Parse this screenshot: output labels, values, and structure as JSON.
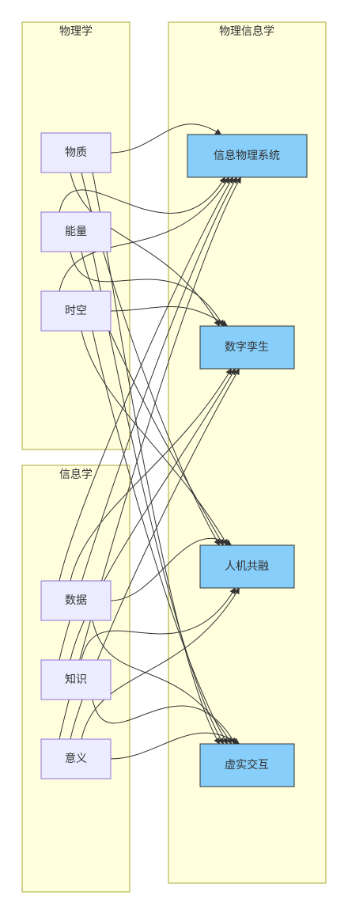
{
  "clusters": {
    "physics": "物理学",
    "informatics": "信息学",
    "physical_informatics": "物理信息学"
  },
  "sources": {
    "matter": "物质",
    "energy": "能量",
    "spacetime": "时空",
    "data": "数据",
    "knowledge": "知识",
    "meaning": "意义"
  },
  "targets": {
    "cps": "信息物理系统",
    "digital_twin": "数字孪生",
    "human_machine": "人机共融",
    "virtual_reality": "虚实交互"
  },
  "edges": [
    [
      "matter",
      "cps"
    ],
    [
      "matter",
      "digital_twin"
    ],
    [
      "matter",
      "human_machine"
    ],
    [
      "matter",
      "virtual_reality"
    ],
    [
      "energy",
      "cps"
    ],
    [
      "energy",
      "digital_twin"
    ],
    [
      "energy",
      "human_machine"
    ],
    [
      "energy",
      "virtual_reality"
    ],
    [
      "spacetime",
      "cps"
    ],
    [
      "spacetime",
      "digital_twin"
    ],
    [
      "spacetime",
      "human_machine"
    ],
    [
      "spacetime",
      "virtual_reality"
    ],
    [
      "data",
      "cps"
    ],
    [
      "data",
      "digital_twin"
    ],
    [
      "data",
      "human_machine"
    ],
    [
      "data",
      "virtual_reality"
    ],
    [
      "knowledge",
      "cps"
    ],
    [
      "knowledge",
      "digital_twin"
    ],
    [
      "knowledge",
      "human_machine"
    ],
    [
      "knowledge",
      "virtual_reality"
    ],
    [
      "meaning",
      "cps"
    ],
    [
      "meaning",
      "digital_twin"
    ],
    [
      "meaning",
      "human_machine"
    ],
    [
      "meaning",
      "virtual_reality"
    ]
  ]
}
